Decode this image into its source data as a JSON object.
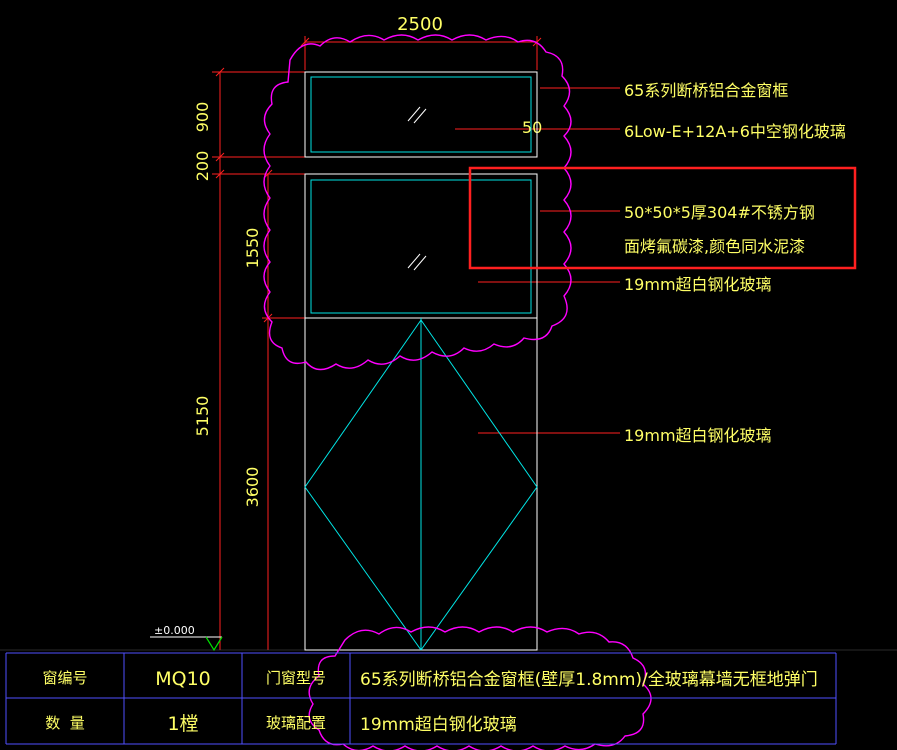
{
  "dimensions": {
    "width": "2500",
    "top_window": "900",
    "transom": "200",
    "middle_window": "1550",
    "total_height": "5150",
    "door_height": "3600",
    "mullion": "50"
  },
  "level": "±0.000",
  "annotations": {
    "frame": "65系列断桥铝合金窗框",
    "top_glass": "6Low-E+12A+6中空钢化玻璃",
    "steel_line1": "50*50*5厚304#不锈方钢",
    "steel_line2": "面烤氟碳漆,颜色同水泥漆",
    "mid_glass": "19mm超白钢化玻璃",
    "door_glass": "19mm超白钢化玻璃"
  },
  "table": {
    "label_code": "窗编号",
    "value_code": "MQ10",
    "label_type": "门窗型号",
    "value_type": "65系列断桥铝合金窗框(壁厚1.8mm)/全玻璃幕墙无框地弹门",
    "label_qty": "数  量",
    "value_qty": "1樘",
    "label_glass": "玻璃配置",
    "value_glass": "19mm超白钢化玻璃"
  },
  "colors": {
    "background": "#000000",
    "dimension_line": "#ff2020",
    "text": "#ffff66",
    "glass": "#00e5e5",
    "revision_cloud": "#ff00ff",
    "frame": "#ffffff",
    "highlight_box": "#ff2020",
    "table_grid": "#5050ff"
  }
}
